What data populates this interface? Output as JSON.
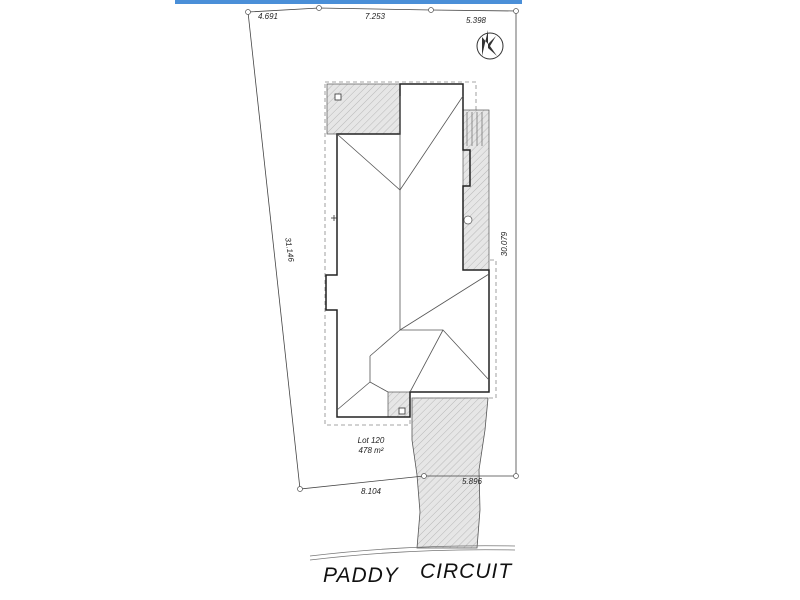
{
  "header": {
    "accent_color": "#4a8fd8"
  },
  "boundary_dimensions": {
    "top_left": "4.691",
    "top_middle": "7.253",
    "top_right": "5.398",
    "left_side": "31.146",
    "right_side": "30.079",
    "bottom_left": "8.104",
    "bottom_right": "5.896"
  },
  "lot": {
    "label": "Lot 120",
    "area": "478 m²"
  },
  "street": {
    "name_part1": "PADDY",
    "name_part2": "CIRCUIT"
  },
  "north_arrow": {
    "letter": "N"
  },
  "colors": {
    "line": "#333333",
    "hatch": "#999999",
    "shade": "#e4e4e4"
  }
}
